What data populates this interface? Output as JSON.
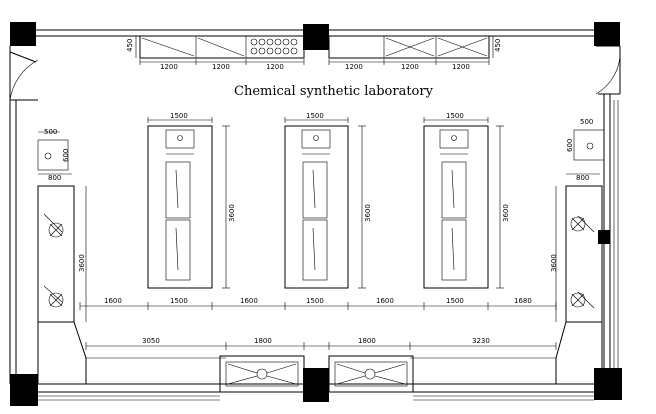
{
  "title": "Chemical synthetic laboratory",
  "top_cabinet_dims": [
    "1200",
    "1200",
    "1200",
    "1200",
    "1200",
    "1200"
  ],
  "top_depth": "450",
  "island_widths": [
    "1500",
    "1500",
    "1500"
  ],
  "island_length": "3600",
  "horizontal_gaps": [
    "1600",
    "1500",
    "1600",
    "1500",
    "1600",
    "1500",
    "1680"
  ],
  "bottom_dims": [
    "3050",
    "1800",
    "1800",
    "3230"
  ],
  "side_length": "3600",
  "sink_widths": [
    "500",
    "500"
  ],
  "sink_depths": [
    "600",
    "600"
  ],
  "side_widths": [
    "800",
    "800"
  ]
}
